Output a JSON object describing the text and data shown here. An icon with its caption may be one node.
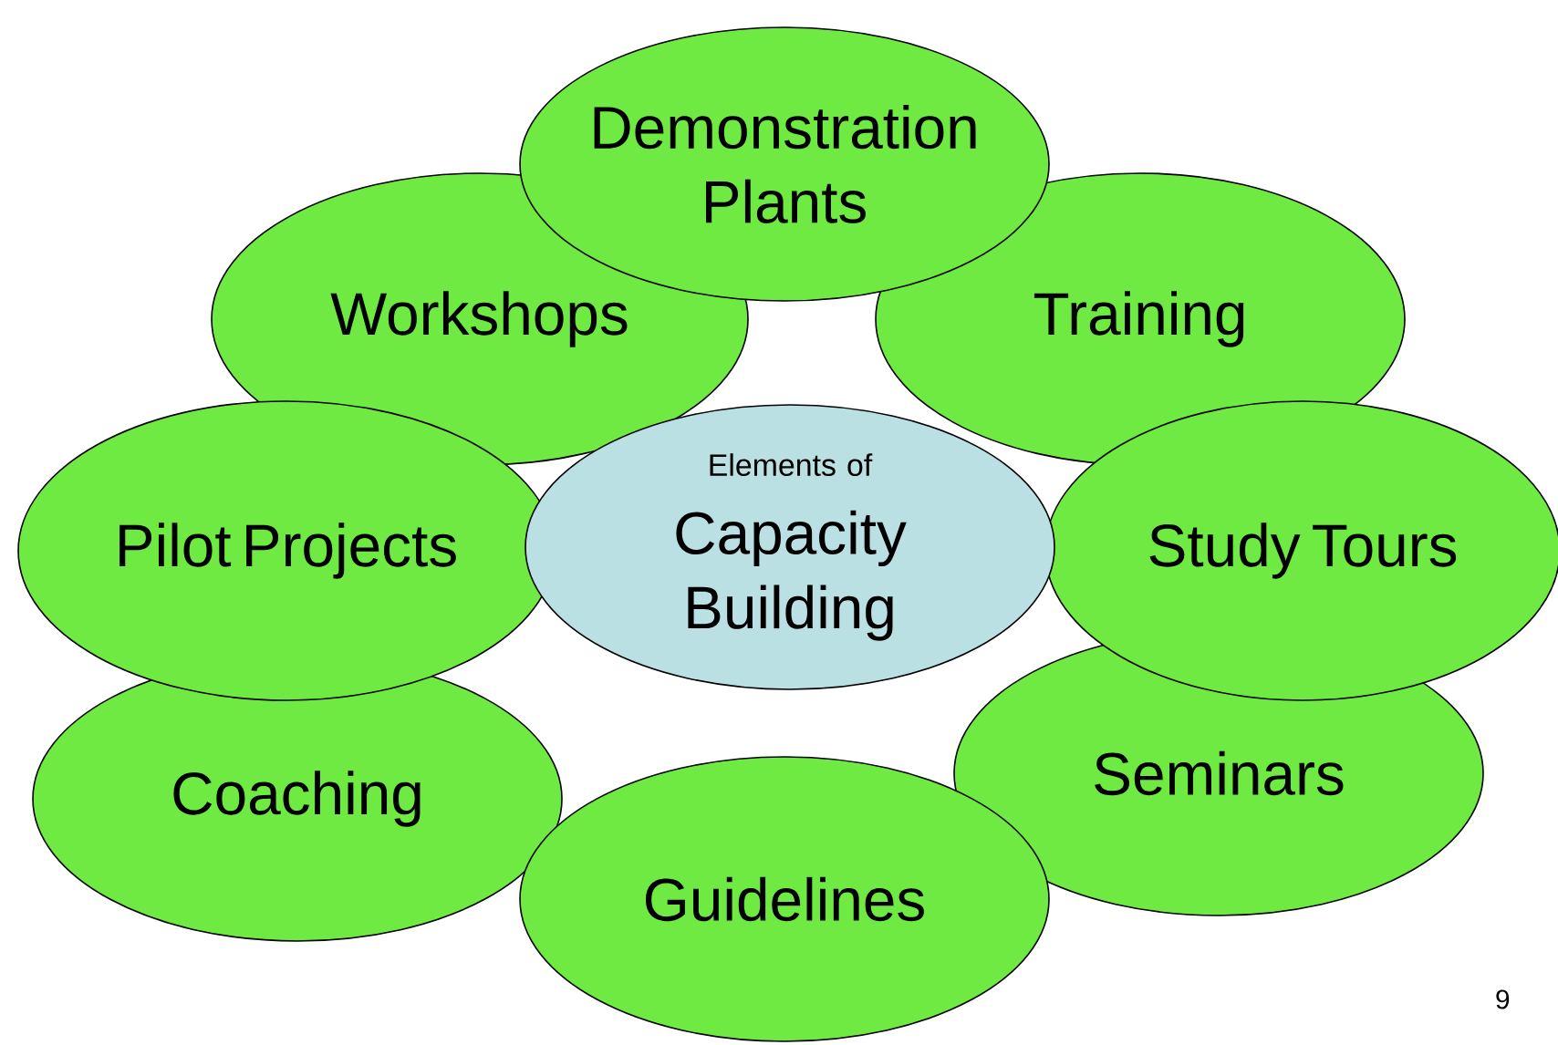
{
  "diagram": {
    "nodes": [
      {
        "text": [
          "Demonstration Plants"
        ]
      },
      {
        "text": [
          "Workshops"
        ]
      },
      {
        "text": [
          "Training"
        ]
      },
      {
        "text": [
          "Pilot Projects"
        ]
      },
      {
        "text": [
          "Elements of",
          "Capacity Building"
        ]
      },
      {
        "text": [
          "Study Tours"
        ]
      },
      {
        "text": [
          "Coaching"
        ]
      },
      {
        "text": [
          "Seminars"
        ]
      },
      {
        "text": [
          "Guidelines"
        ]
      }
    ],
    "labels": [
      "9"
    ]
  }
}
